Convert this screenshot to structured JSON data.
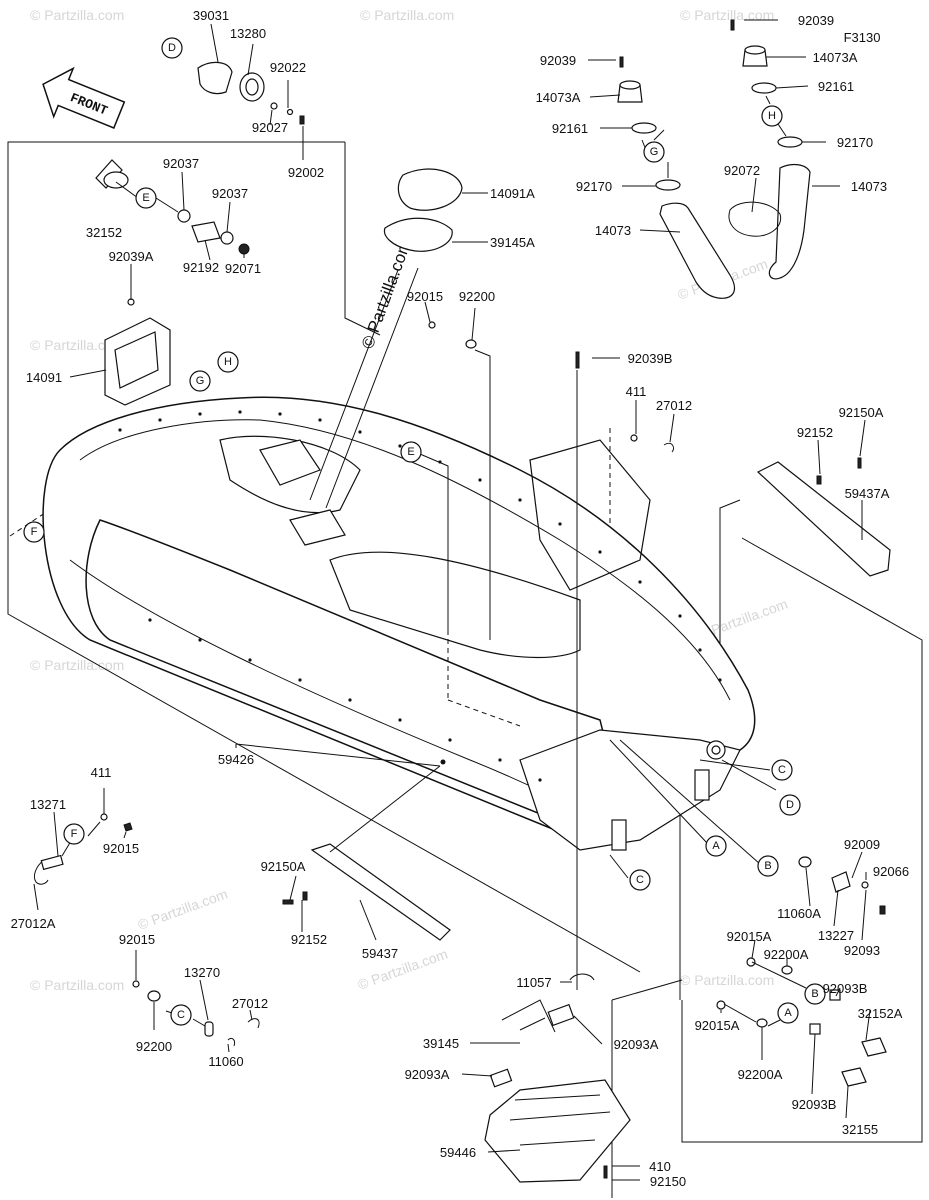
{
  "figure_code": "F3130",
  "front_label": "FRONT",
  "watermark_text": "© Partzilla.com",
  "callouts": {
    "A": "A",
    "B": "B",
    "C": "C",
    "D": "D",
    "E": "E",
    "F": "F",
    "G": "G",
    "H": "H"
  },
  "part_labels": [
    "39031",
    "13280",
    "92022",
    "92027",
    "92002",
    "92037",
    "92037",
    "32152",
    "92192",
    "92071",
    "92039A",
    "14091",
    "14091A",
    "39145A",
    "92015",
    "92200",
    "92039",
    "14073A",
    "92161",
    "92170",
    "14073",
    "92039",
    "14073A",
    "92161",
    "92170",
    "92072",
    "14073",
    "92039B",
    "411",
    "27012",
    "92150A",
    "92152",
    "59437A",
    "59426",
    "411",
    "13271",
    "92015",
    "27012A",
    "92150A",
    "92152",
    "59437",
    "92015",
    "13270",
    "27012",
    "92200",
    "11060",
    "11057",
    "92009",
    "92066",
    "11060A",
    "13227",
    "92093",
    "92015A",
    "92200A",
    "92093B",
    "32152A",
    "92015A",
    "92200A",
    "92093B",
    "32155",
    "39145",
    "92093A",
    "92093A",
    "59446",
    "410",
    "92150"
  ]
}
